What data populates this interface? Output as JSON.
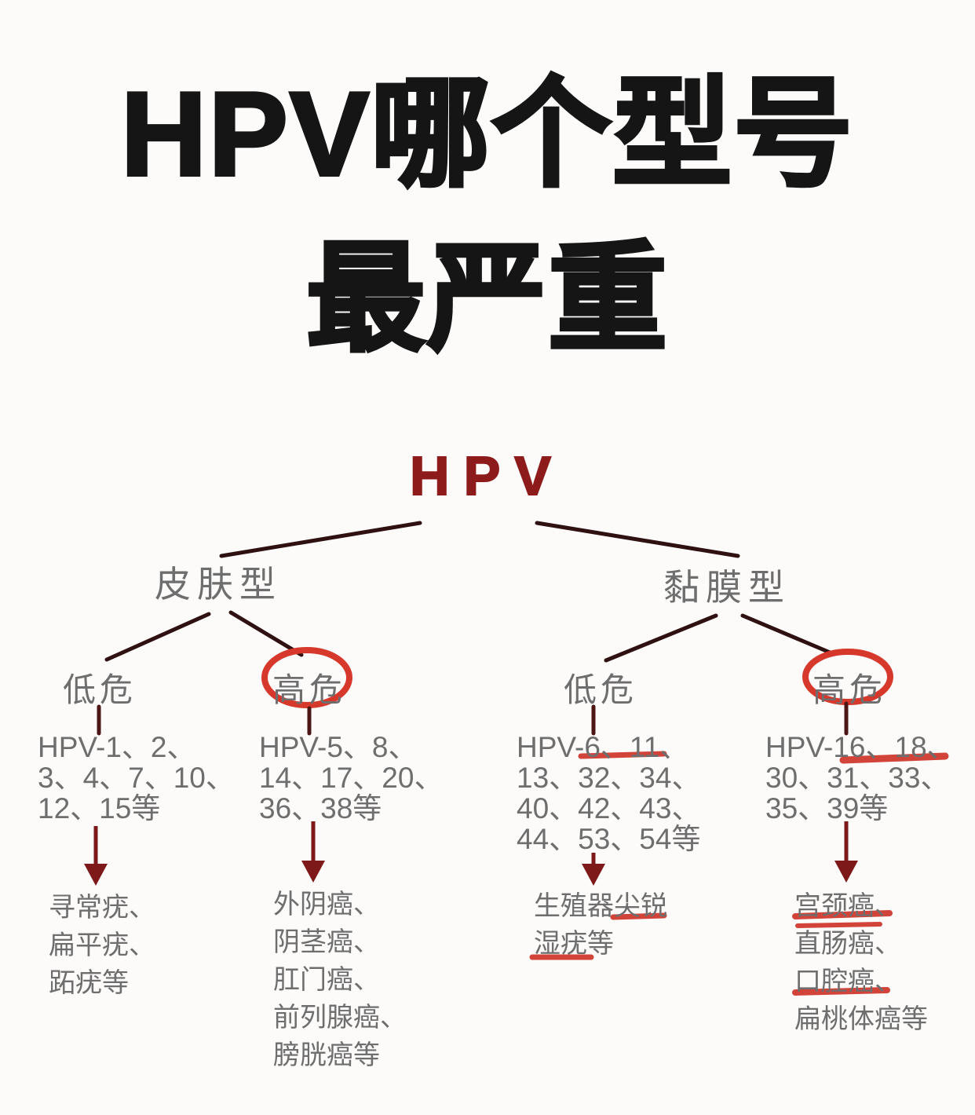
{
  "title": {
    "line1": "HPV哪个型号",
    "line2": "最严重"
  },
  "tree": {
    "root": "HPV",
    "branches": [
      {
        "label": "皮肤型",
        "groups": [
          {
            "risk": "低危",
            "circled": false,
            "types": [
              "HPV-1、2、",
              "3、4、7、10、",
              "12、15等"
            ],
            "diseases": [
              "寻常疣、",
              "扁平疣、",
              "跖疣等"
            ]
          },
          {
            "risk": "高危",
            "circled": true,
            "types": [
              "HPV-5、8、",
              "14、17、20、",
              "36、38等"
            ],
            "diseases": [
              "外阴癌、",
              "阴茎癌、",
              "肛门癌、",
              "前列腺癌、",
              "膀胱癌等"
            ]
          }
        ]
      },
      {
        "label": "黏膜型",
        "groups": [
          {
            "risk": "低危",
            "circled": false,
            "types": [
              "HPV-6、11、",
              "13、32、34、",
              "40、42、43、",
              "44、53、54等"
            ],
            "diseases": [
              "生殖器尖锐",
              "湿疣等"
            ]
          },
          {
            "risk": "高危",
            "circled": true,
            "types": [
              "HPV-16、18、",
              "30、31、33、",
              "35、39等"
            ],
            "diseases": [
              "宫颈癌、",
              "直肠癌、",
              "口腔癌、",
              "扁桃体癌等"
            ]
          }
        ]
      }
    ]
  },
  "annotations": {
    "underlined_types_mucosal_low": "6、11",
    "underlined_types_mucosal_high": "16、18",
    "underlined_disease_parts": [
      "尖锐",
      "湿疣",
      "宫颈癌",
      "口腔癌"
    ]
  },
  "colors": {
    "title_text": "#151515",
    "root_red": "#8e1b1b",
    "gray_text": "#6e6e6e",
    "line_dark": "#2f1111",
    "arrow_maroon": "#7d1919",
    "highlight_red": "#d6382c",
    "background": "#fcfbfa"
  }
}
